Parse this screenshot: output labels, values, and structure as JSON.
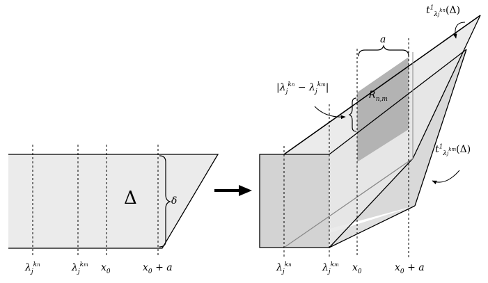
{
  "left_figure": {
    "region_label": "Δ",
    "height_label": "δ",
    "ticks": {
      "first": {
        "base": "λ",
        "sub": "j",
        "sup_base": "k",
        "sup_sub": "n"
      },
      "second": {
        "base": "λ",
        "sub": "j",
        "sup_base": "k",
        "sup_sub": "m"
      },
      "third": {
        "base": "x",
        "sub": "0"
      },
      "fourth": {
        "base": "x",
        "sub": "0",
        "suffix": " + a"
      }
    }
  },
  "right_figure": {
    "upper_map": {
      "base": "t",
      "sup": "1",
      "arg": "(Δ)",
      "sub_base": "λ",
      "sub_sub": "j",
      "sub_sup_base": "k",
      "sub_sup_sub": "n"
    },
    "lower_map": {
      "base": "t",
      "sup": "1",
      "arg": "(Δ)",
      "sub_base": "λ",
      "sub_sub": "j",
      "sub_sup_base": "k",
      "sub_sup_sub": "m"
    },
    "width_label": "a",
    "region_label": "R",
    "region_sub": "n,m",
    "difference_label": {
      "left": "λ",
      "sub": "j",
      "sup1": "k",
      "sup1sub": "n",
      "minus": " − ",
      "sup2": "k",
      "sup2sub": "m"
    },
    "ticks": {
      "first": {
        "base": "λ",
        "sub": "j",
        "sup_base": "k",
        "sup_sub": "n"
      },
      "second": {
        "base": "λ",
        "sub": "j",
        "sup_base": "k",
        "sup_sub": "m"
      },
      "third": {
        "base": "x",
        "sub": "0"
      },
      "fourth": {
        "base": "x",
        "sub": "0",
        "suffix": " + a"
      }
    }
  },
  "colors": {
    "fill_light": "#ebebeb",
    "fill_mid": "#d9d9d9",
    "fill_dark": "#b3b3b3",
    "stroke": "#000000",
    "inner_stroke": "#888888"
  }
}
